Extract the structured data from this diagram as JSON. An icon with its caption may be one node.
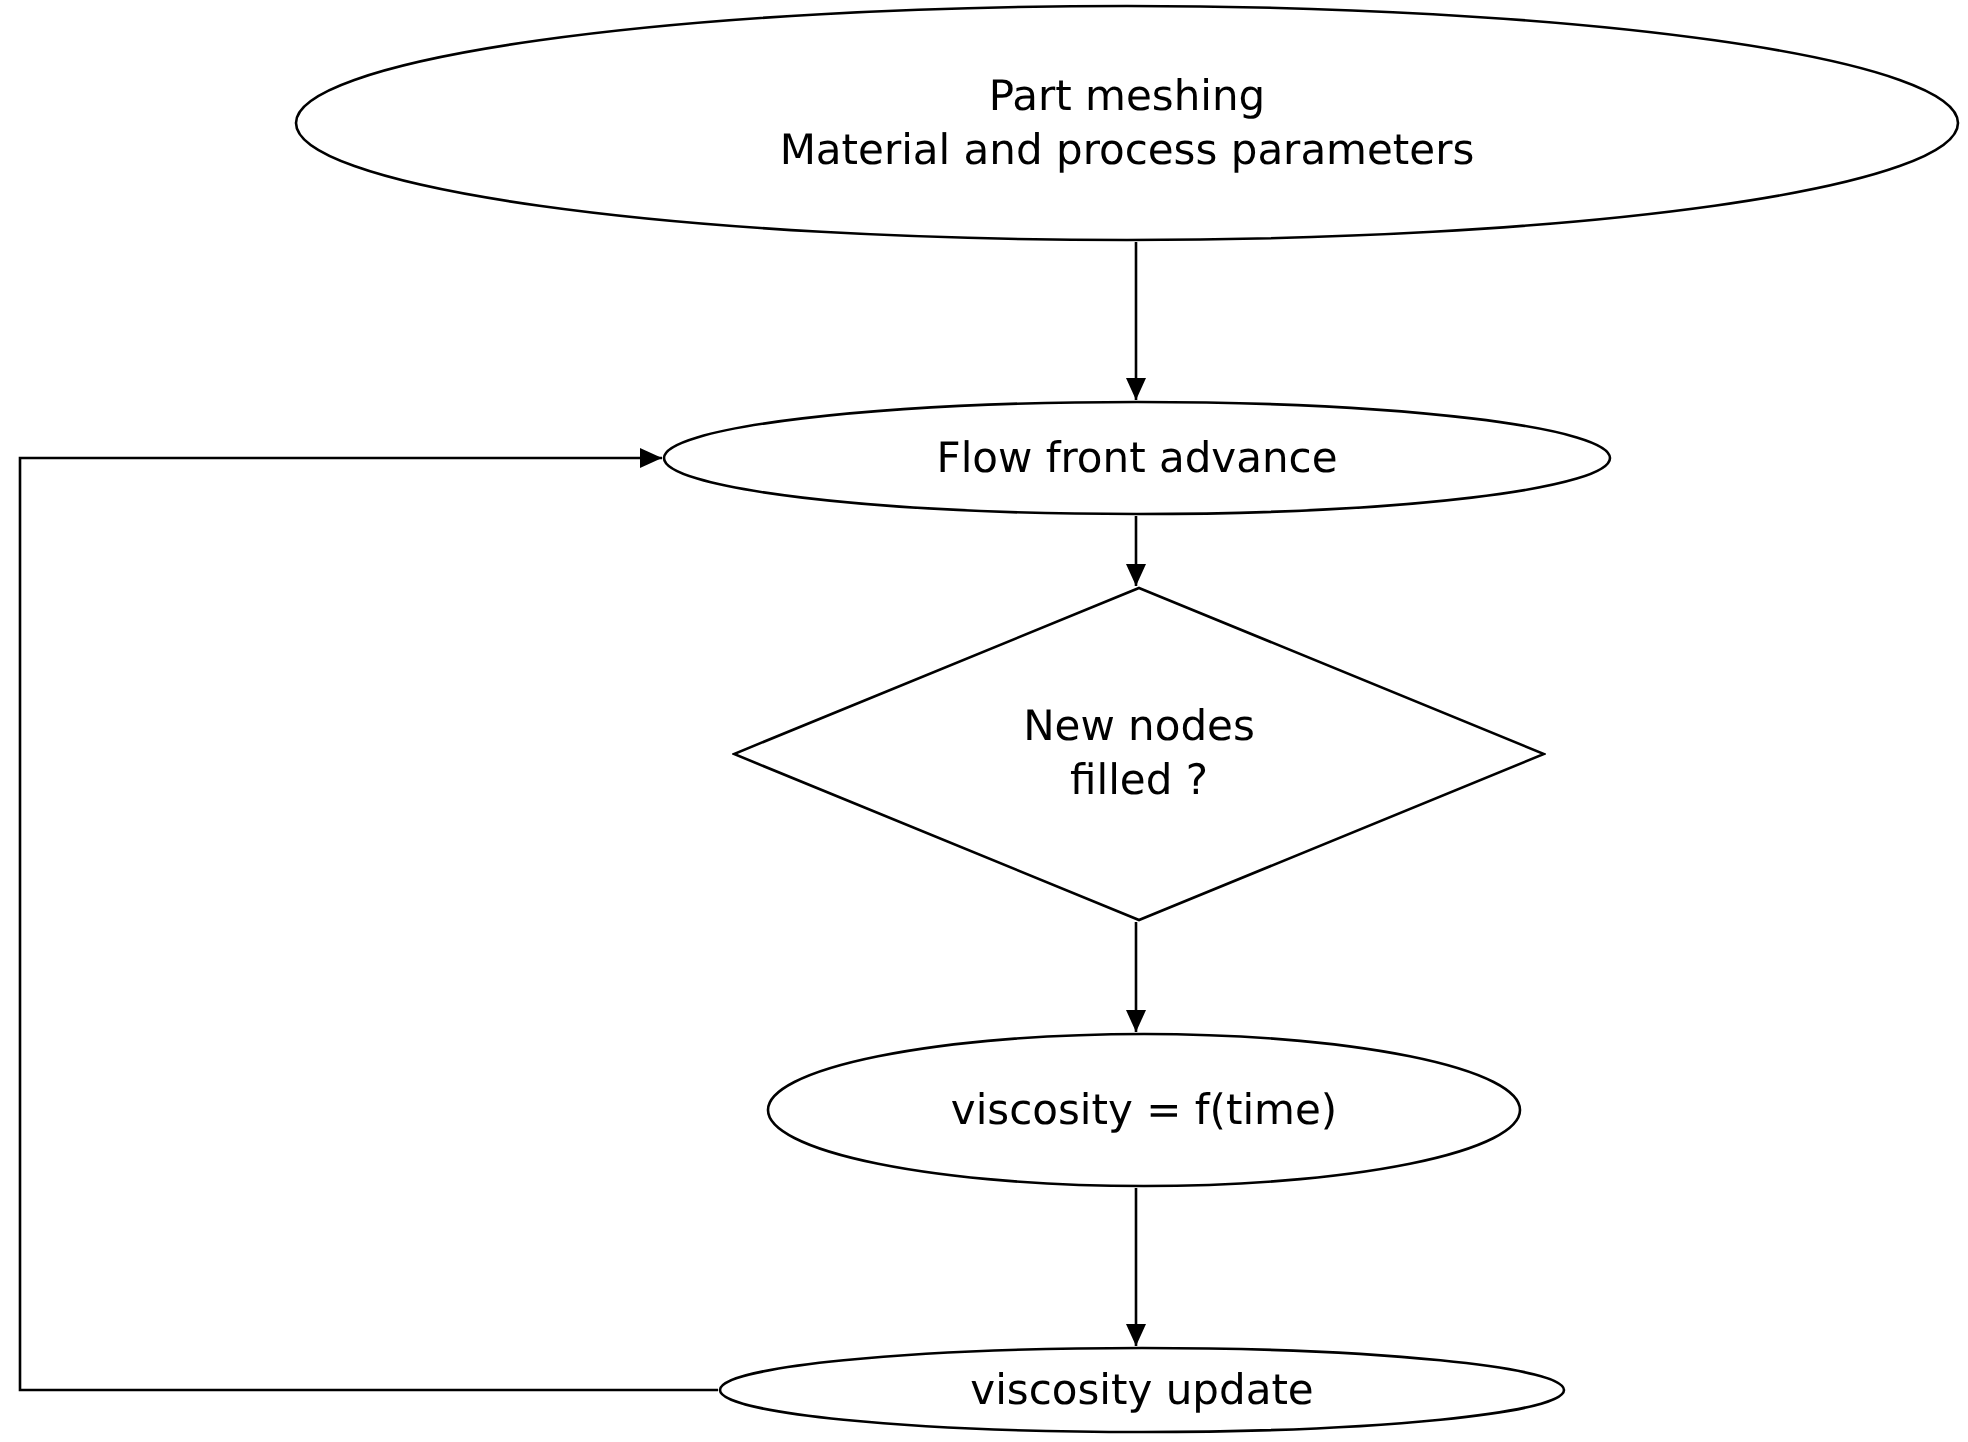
{
  "diagram": {
    "nodes": [
      {
        "text": [
          "Part meshing",
          "Material and process parameters"
        ]
      },
      {
        "text": [
          "Flow front advance"
        ]
      },
      {
        "text": [
          "New nodes filled ?"
        ]
      },
      {
        "text": [
          "viscosity = f(time)"
        ]
      },
      {
        "text": [
          "viscosity update"
        ]
      }
    ],
    "edges": [
      {
        "from": 0,
        "to": 1,
        "arrow": "to"
      },
      {
        "from": 1,
        "to": 2,
        "arrow": "to"
      },
      {
        "from": 2,
        "to": 3,
        "arrow": "to"
      },
      {
        "from": 3,
        "to": 4,
        "arrow": "to"
      },
      {
        "from": 4,
        "to": 1,
        "arrow": "to"
      }
    ]
  }
}
